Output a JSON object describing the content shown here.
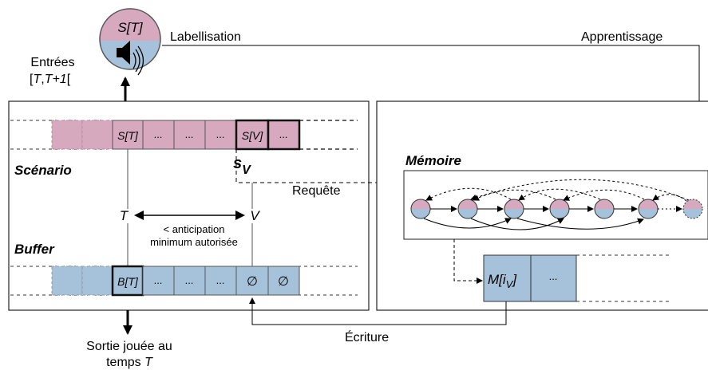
{
  "top_circle": {
    "symbol": "S[T]",
    "speaker_icon": "speaker-icon"
  },
  "labels": {
    "labellisation": "Labellisation",
    "apprentissage": "Apprentissage",
    "entrees_line1": "Entrées",
    "entrees_prefix": "[",
    "entrees_T": "T",
    "entrees_comma": ",",
    "entrees_T1": "T+1",
    "entrees_suffix": "[",
    "scenario": "Scénario",
    "buffer": "Buffer",
    "memoire": "Mémoire",
    "requete": "Requête",
    "s": "s",
    "s_sub": "V",
    "T": "T",
    "V": "V",
    "anticipation_line1": "< anticipation",
    "anticipation_line2": "minimum autorisée",
    "ecriture": "Écriture",
    "sortie_line1": "Sortie jouée au",
    "sortie_line2_prefix": "temps ",
    "sortie_line2_T": "T"
  },
  "scenario_cells": [
    "",
    "",
    "S[T]",
    "...",
    "...",
    "...",
    "S[V]",
    "..."
  ],
  "buffer_cells": [
    "",
    "",
    "B[T]",
    "...",
    "...",
    "...",
    "∅",
    "∅"
  ],
  "memory": {
    "cell_prefix": "M[i",
    "cell_sub": "V",
    "cell_suffix": "]",
    "next_cell": "..."
  },
  "colors": {
    "pink": "#d6a9bf",
    "blue": "#a6c2db",
    "border": "#333333",
    "background": "#ffffff"
  }
}
